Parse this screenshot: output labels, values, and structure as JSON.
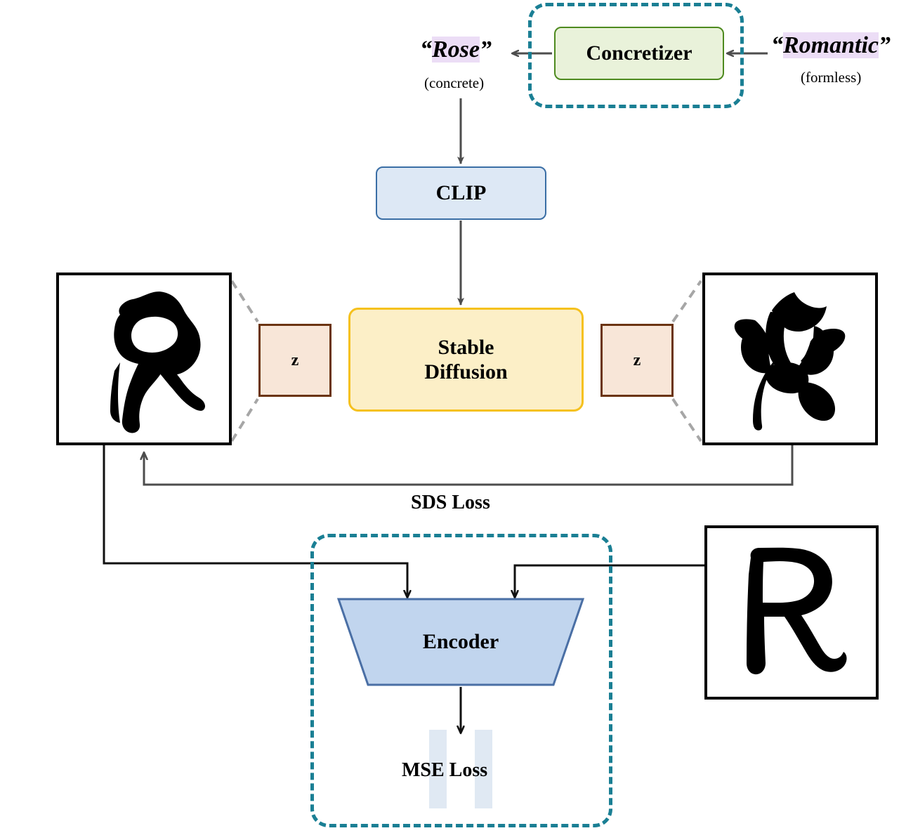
{
  "diagram": {
    "title": "Concretizer semantic typography pipeline",
    "nodes": {
      "concretizer": "Concretizer",
      "clip": "CLIP",
      "stable_diffusion_line1": "Stable",
      "stable_diffusion_line2": "Diffusion",
      "encoder": "Encoder",
      "latent_left": "z",
      "latent_right": "z"
    },
    "prompts": {
      "formless_quote_open": "“",
      "formless_word": "Romantic",
      "formless_quote_close": "”",
      "formless_note": "(formless)",
      "concrete_quote_open": "“",
      "concrete_word": "Rose",
      "concrete_quote_close": "”",
      "concrete_note": "(concrete)"
    },
    "losses": {
      "sds": "SDS Loss",
      "mse": "MSE Loss"
    },
    "panels": {
      "stylized_glyph": "stylized-R-glyph",
      "rose_silhouette": "rose-silhouette",
      "plain_glyph": "plain-R-letter"
    },
    "colors": {
      "accent_teal": "#1a7f94",
      "concretizer_fill": "#e9f2da",
      "concretizer_stroke": "#4e8a1f",
      "clip_fill": "#dde8f5",
      "clip_stroke": "#3a6ea5",
      "diffusion_fill": "#fcefc7",
      "diffusion_stroke": "#f5c11e",
      "latent_fill": "#f8e6d8",
      "latent_stroke": "#6b3410",
      "encoder_fill": "#c1d5ee",
      "encoder_stroke": "#4a6fa5",
      "highlight": "#ecddf6",
      "arrow_gray": "#4d4d4d",
      "arrow_black": "#000000",
      "guide_gray": "#a0a0a0"
    }
  }
}
